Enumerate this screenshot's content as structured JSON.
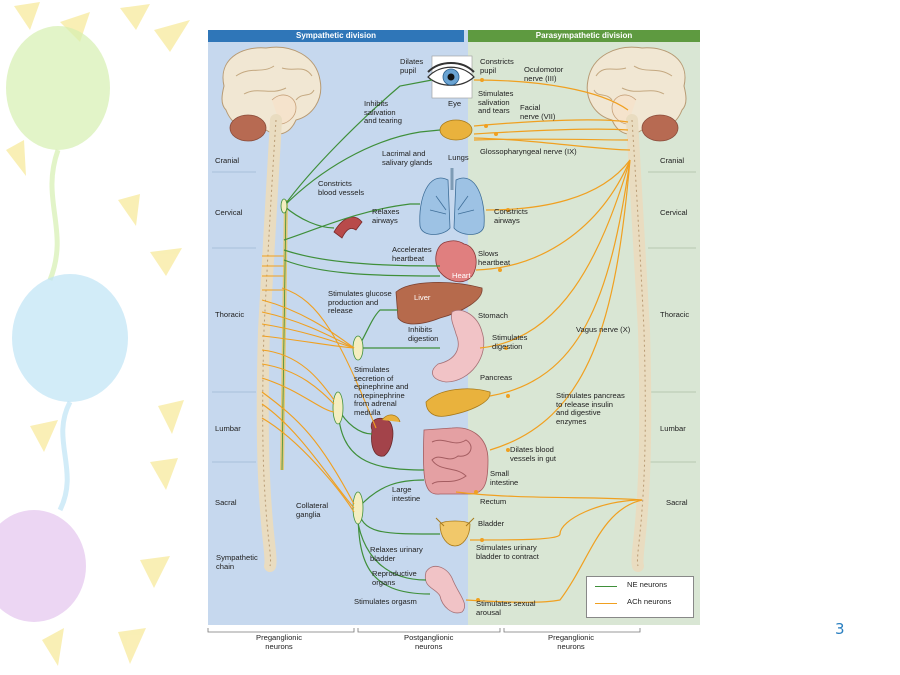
{
  "colors": {
    "ne": "#3f8f3a",
    "ach": "#f0a020",
    "sympathetic_header": "#2f76b8",
    "parasympathetic_header": "#5e9a40",
    "sympathetic_bg": "#c6d8ee",
    "parasympathetic_bg": "#d9e6d4"
  },
  "headers": {
    "sympathetic": "Sympathetic division",
    "parasympathetic": "Parasympathetic division"
  },
  "regions_left": [
    "Cranial",
    "Cervical",
    "Thoracic",
    "Lumbar",
    "Sacral"
  ],
  "regions_right": [
    "Cranial",
    "Cervical",
    "Thoracic",
    "Lumbar",
    "Sacral"
  ],
  "organs": {
    "eye": "Eye",
    "lungs": "Lungs",
    "heart": "Heart",
    "liver": "Liver",
    "stomach": "Stomach",
    "pancreas": "Pancreas",
    "small_intestine": "Small\nintestine",
    "large_intestine": "Large\nintestine",
    "rectum": "Rectum",
    "bladder": "Bladder",
    "lacrimal": "Lacrimal and\nsalivary glands",
    "reproductive": "Reproductive\norgans"
  },
  "sympathetic_effects": {
    "dilates_pupil": "Dilates\npupil",
    "inhibits_salivation": "Inhibits\nsalivation\nand tearing",
    "constricts_vessels": "Constricts\nblood vessels",
    "relaxes_airways": "Relaxes\nairways",
    "accelerates_heart": "Accelerates\nheartbeat",
    "stimulates_glucose": "Stimulates glucose\nproduction and\nrelease",
    "inhibits_digestion": "Inhibits\ndigestion",
    "stimulates_secretion": "Stimulates\nsecretion of\nepinephrine and\nnorepinephrine\nfrom adrenal\nmedulla",
    "relaxes_bladder": "Relaxes urinary\nbladder",
    "stimulates_orgasm": "Stimulates orgasm"
  },
  "parasympathetic_effects": {
    "constricts_pupil": "Constricts\npupil",
    "stimulates_salivation": "Stimulates\nsalivation\nand tears",
    "constricts_airways": "Constricts\nairways",
    "slows_heart": "Slows\nheartbeat",
    "stimulates_digestion": "Stimulates\ndigestion",
    "stimulates_pancreas": "Stimulates pancreas\nto release insulin\nand digestive\nenzymes",
    "dilates_vessels": "Dilates blood\nvessels in gut",
    "stimulates_bladder": "Stimulates urinary\nbladder to contract",
    "stimulates_arousal": "Stimulates sexual\narousal"
  },
  "nerves": {
    "oculomotor": "Oculomotor\nnerve (III)",
    "facial": "Facial\nnerve (VII)",
    "glossopharyngeal": "Glossopharyngeal nerve (IX)",
    "vagus": "Vagus nerve (X)"
  },
  "structures": {
    "sympathetic_chain": "Sympathetic\nchain",
    "collateral_ganglia": "Collateral\nganglia"
  },
  "legend": {
    "ne": "NE neurons",
    "ach": "ACh neurons"
  },
  "footer": {
    "preganglionic_left": "Preganglionic\nneurons",
    "postganglionic": "Postganglionic\nneurons",
    "preganglionic_right": "Preganglionic\nneurons"
  },
  "page_number": "3"
}
